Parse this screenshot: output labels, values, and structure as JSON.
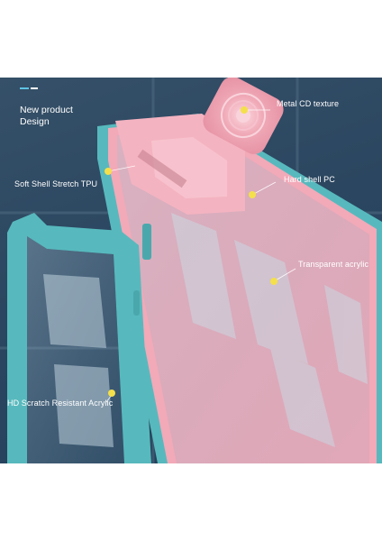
{
  "heading": {
    "line1": "New product",
    "line2": "Design"
  },
  "callouts": {
    "metal_cd": "Metal CD texture",
    "hard_shell": "Hard shell PC",
    "soft_shell": "Soft Shell Stretch TPU",
    "transparent": "Transparent acrylic",
    "hd_scratch": "HD Scratch Resistant Acrylic"
  },
  "colors": {
    "background": "#2b4660",
    "case_pink": "#f2a9b8",
    "case_teal": "#57b9bd",
    "callout_dot": "#f4e04a",
    "accent_dash": "#5ec3e3"
  }
}
